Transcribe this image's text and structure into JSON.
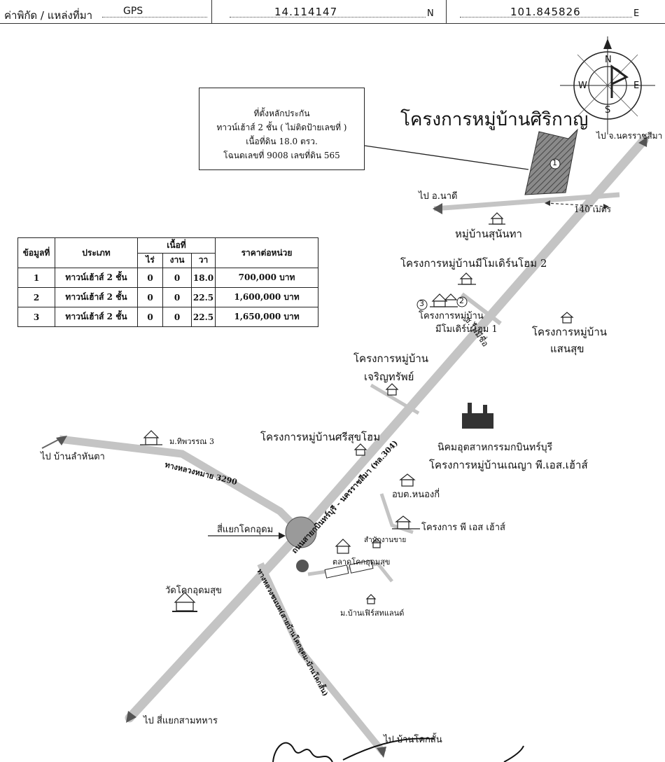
{
  "header": {
    "coord_label": "ค่าพิกัด / แหล่งที่มา",
    "source": "GPS",
    "latitude": "14.114147",
    "lat_suffix": "N",
    "longitude": "101.845826",
    "lon_suffix": "E"
  },
  "info_box": {
    "line1": "ที่ตั้งหลักประกัน",
    "line2": "ทาวน์เฮ้าส์ 2 ชั้น ( ไม่ติดป้ายเลขที่ )",
    "line3": "เนื้อที่ดิน 18.0 ตรว.",
    "line4": "โฉนดเลขที่ 9008 เลขที่ดิน 565"
  },
  "table": {
    "headers": {
      "no": "ข้อมูลที่",
      "type": "ประเภท",
      "area": "เนื้อที่",
      "rai": "ไร่",
      "ngan": "งาน",
      "wa": "วา",
      "price": "ราคาต่อหน่วย"
    },
    "rows": [
      {
        "no": "1",
        "type": "ทาวน์เฮ้าส์ 2 ชั้น",
        "rai": "0",
        "ngan": "0",
        "wa": "18.0",
        "price": "700,000 บาท"
      },
      {
        "no": "2",
        "type": "ทาวน์เฮ้าส์ 2 ชั้น",
        "rai": "0",
        "ngan": "0",
        "wa": "22.5",
        "price": "1,600,000 บาท"
      },
      {
        "no": "3",
        "type": "ทาวน์เฮ้าส์ 2 ชั้น",
        "rai": "0",
        "ngan": "0",
        "wa": "22.5",
        "price": "1,650,000 บาท"
      }
    ]
  },
  "compass": {
    "n": "N",
    "s": "S",
    "e": "E",
    "w": "W"
  },
  "labels": {
    "project_title": "โครงการหมู่บ้านศิริกาญ",
    "to_korat": "ไป จ.นครราชสีมา",
    "to_nadi": "ไป อ.นาดี",
    "distance": "140 เมตร",
    "sunanta": "หมู่บ้านสุนันทา",
    "mimodern2": "โครงการหมู่บ้านมีโมเดิร์นโฮม 2",
    "mimodern1_a": "โครงการหมู่บ้าน",
    "mimodern1_b": "มีโมเดิร์นโฮม 1",
    "soi_name": "ซ.ไม่มีชื่อ",
    "saensuk_a": "โครงการหมู่บ้าน",
    "saensuk_b": "แสนสุข",
    "charoensap_a": "โครงการหมู่บ้าน",
    "charoensap_b": "เจริญทรัพย์",
    "sirisuk": "โครงการหมู่บ้านศรีสุขโฮม",
    "industrial": "นิคมอุตสาหกรรมกบินทร์บุรี",
    "nanya": "โครงการหมู่บ้านเณญา พี.เอส.เฮ้าส์",
    "obt": "อบต.หนองกี่",
    "ps_house": "โครงการ พี เอส เฮ้าส์",
    "land_office": "สำนักงานขาย",
    "market": "ตลาดโคกอุดมสุข",
    "first_land": "ม.บ้านเฟิร์สทแลนด์",
    "temple": "วัดโคกอุดมสุข",
    "junction": "สี่แยกโคกอุดม",
    "thiphawan": "ม.ทิพวรรณ 3",
    "to_lamhantha": "ไป บ้านลำหันตา",
    "hw3290": "ทางหลวงหมาย 3290",
    "main_road": "ถนนสายกบินทร์บุรี - นครราชสีมา (ทล.304)",
    "rural_road": "ทางหลวงชนบท(สายบ้านโคกอุดม-บ้านโคกสั้น)",
    "to_samthahan": "ไป สี่แยกสามทหาร",
    "to_koksan": "ไป บ้านโคกสั้น",
    "marker1": "1",
    "marker2": "2",
    "marker3": "3"
  }
}
